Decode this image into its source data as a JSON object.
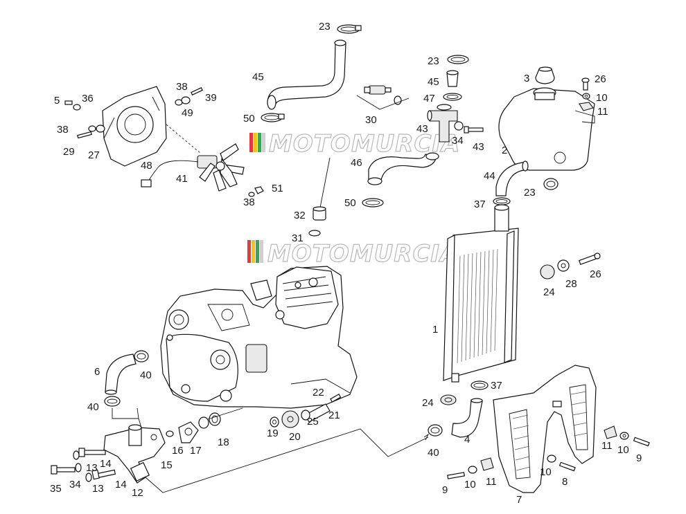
{
  "watermark": {
    "text": "MOTOMURCIA",
    "stripe_colors": [
      "#e23b3b",
      "#f0c419",
      "#3aa655",
      "#cfcfcf"
    ]
  },
  "callouts": {
    "c_23a": "23",
    "c_45a": "45",
    "c_50a": "50",
    "c_30": "30",
    "c_23b": "23",
    "c_45b": "45",
    "c_47": "47",
    "c_43a": "43",
    "c_34a": "34",
    "c_43b": "43",
    "c_46": "46",
    "c_50b": "50",
    "c_3": "3",
    "c_26a": "26",
    "c_10a": "10",
    "c_11a": "11",
    "c_2": "2",
    "c_44": "44",
    "c_23c": "23",
    "c_37a": "37",
    "c_5": "5",
    "c_36": "36",
    "c_38a": "38",
    "c_39": "39",
    "c_49": "49",
    "c_38b": "38",
    "c_29": "29",
    "c_27": "27",
    "c_48": "48",
    "c_41": "41",
    "c_51": "51",
    "c_38c": "38",
    "c_32": "32",
    "c_31": "31",
    "c_24a": "24",
    "c_28": "28",
    "c_26b": "26",
    "c_1": "1",
    "c_6": "6",
    "c_40a": "40",
    "c_40b": "40",
    "c_22": "22",
    "c_21": "21",
    "c_19": "19",
    "c_20": "20",
    "c_25": "25",
    "c_16": "16",
    "c_17": "17",
    "c_18": "18",
    "c_15": "15",
    "c_13a": "13",
    "c_14a": "14",
    "c_35": "35",
    "c_34b": "34",
    "c_13b": "13",
    "c_14b": "14",
    "c_12": "12",
    "c_37b": "37",
    "c_24b": "24",
    "c_4": "4",
    "c_40c": "40",
    "c_11b": "11",
    "c_10b": "10",
    "c_9a": "9",
    "c_10c": "10",
    "c_8": "8",
    "c_9b": "9",
    "c_10d": "10",
    "c_11c": "11",
    "c_7": "7"
  }
}
